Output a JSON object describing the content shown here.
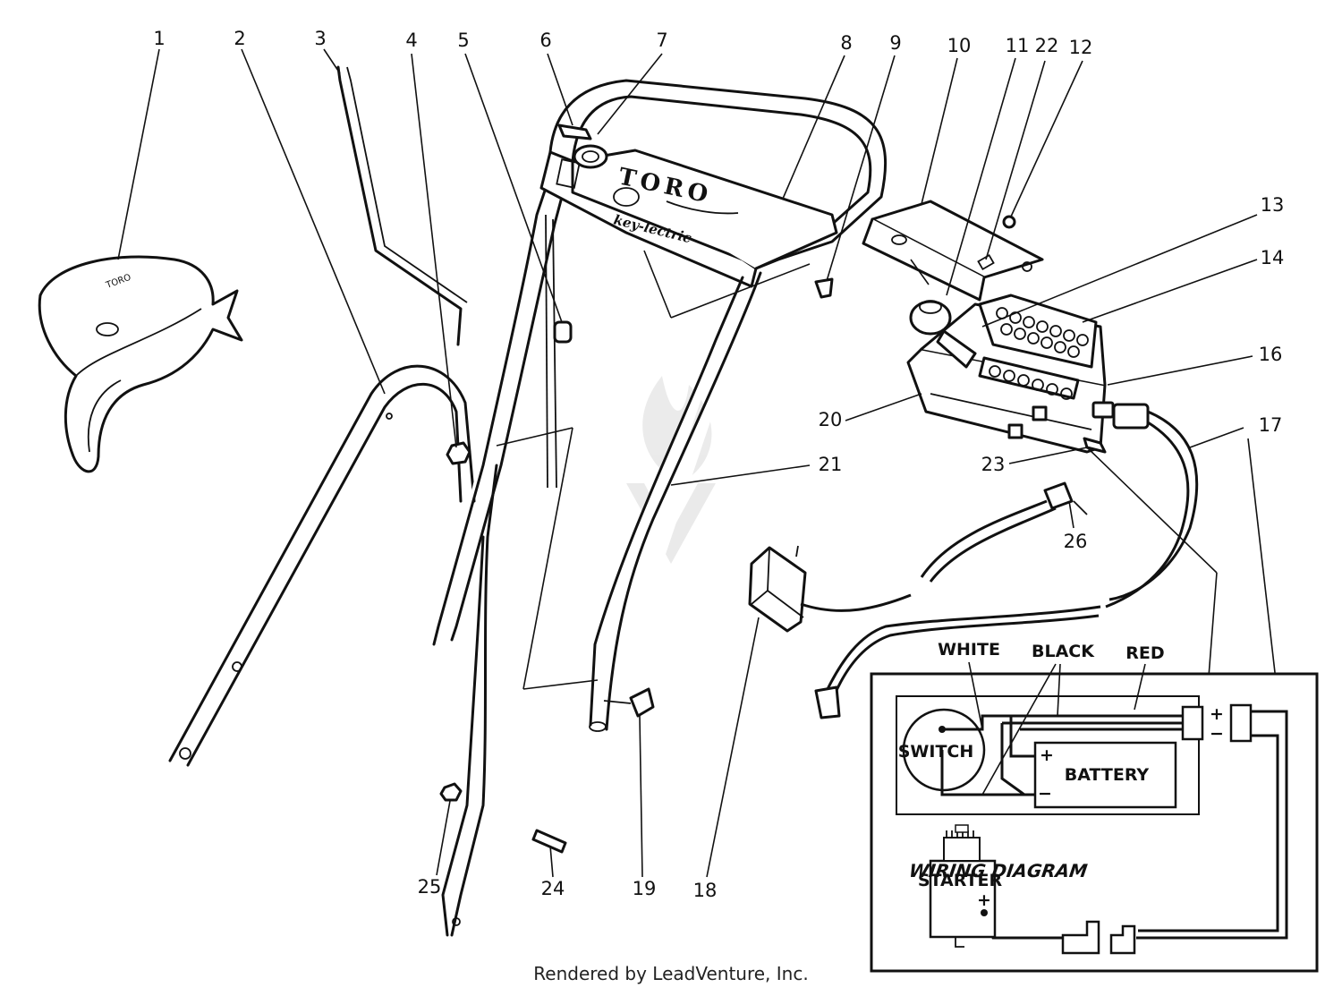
{
  "diagram": {
    "callouts": [
      "1",
      "2",
      "3",
      "4",
      "5",
      "6",
      "7",
      "8",
      "9",
      "10",
      "11",
      "22",
      "12",
      "13",
      "14",
      "16",
      "20",
      "17",
      "21",
      "23",
      "26",
      "18",
      "19",
      "24",
      "25"
    ],
    "brand": {
      "name": "TORO",
      "subname": "key-lectric"
    },
    "wiring": {
      "title": "WIRING DIAGRAM",
      "wire_labels": [
        "WHITE",
        "BLACK",
        "RED"
      ],
      "switch_label": "SWITCH",
      "battery_label": "BATTERY",
      "starter_label": "STARTER",
      "plus": "+",
      "minus": "−"
    }
  },
  "footer": {
    "text": "Rendered by LeadVenture, Inc."
  }
}
